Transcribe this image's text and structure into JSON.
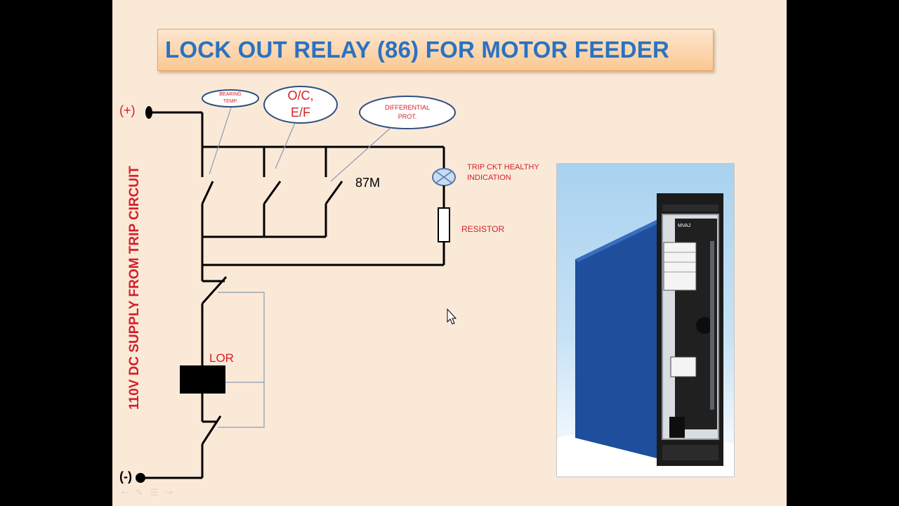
{
  "title": "LOCK OUT RELAY (86) FOR MOTOR FEEDER",
  "supply": {
    "positive_label": "(+)",
    "negative_label": "(-)",
    "side_label": "110V DC SUPPLY FROM TRIP CIRCUIT"
  },
  "callouts": {
    "bearing_temp_line1": "BEARING",
    "bearing_temp_line2": "TEMP.",
    "oc_ef_line1": "O/C,",
    "oc_ef_line2": "E/F",
    "differential_line1": "DIFFERENTIAL",
    "differential_line2": "PROT."
  },
  "labels": {
    "relay_87m": "87M",
    "trip_ckt_line1": "TRIP CKT HEALTHY",
    "trip_ckt_line2": "INDICATION",
    "resistor": "RESISTOR",
    "lor": "LOR"
  },
  "photo": {
    "brand_label": "MVAJ",
    "colors": {
      "body": "#1e4e9c",
      "frame": "#1b1b1b",
      "sky": "#a9d2ef"
    }
  },
  "colors": {
    "title_text": "#2a72c2",
    "red_text": "#d3202a",
    "wire": "#000000",
    "callout_border": "#2f4f7f",
    "slide_bg": "#fbe9d8"
  }
}
